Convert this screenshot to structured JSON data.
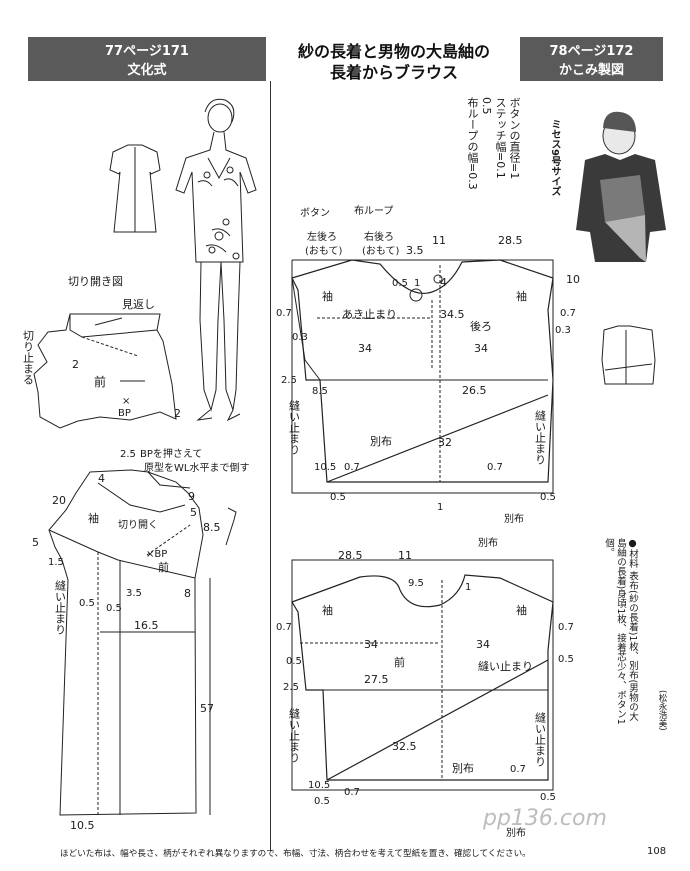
{
  "header": {
    "left": {
      "line1": "77ページ171",
      "line2": "文化式"
    },
    "center": {
      "line1": "紗の長着と男物の大島紬の",
      "line2": "長着からブラウス"
    },
    "right": {
      "line1": "78ページ172",
      "line2": "かこみ製図"
    }
  },
  "left_labels": {
    "kirihiraki": "切り開き図",
    "mikaeshi": "見返し",
    "kiridome": "切り止まる",
    "mae": "前",
    "bp": "BP",
    "bp_x": "×",
    "n2a": "2",
    "n2b": "2",
    "bp_note1": "BPを押さえて",
    "bp_note2": "原型をWL水平まで倒す",
    "n25": "2.5",
    "n4": "4",
    "n20": "20",
    "n9": "9",
    "n5": "5",
    "n85": "8.5",
    "sode": "袖",
    "kirihiraku": "切り開く",
    "xbp": "×BP",
    "mae2": "前",
    "n15": "1.5",
    "n35": "3.5",
    "n8": "8",
    "n05a": "0.5",
    "n05b": "0.5",
    "nuidomari": "縫い止まり",
    "n165": "16.5",
    "n57": "57",
    "n105": "10.5"
  },
  "top_pattern": {
    "button": "ボタン",
    "loop": "布ループ",
    "hidari": "左後ろ",
    "migi": "右後ろ",
    "omote1": "(おもて)",
    "omote2": "(おもて)",
    "n11": "11",
    "n285": "28.5",
    "n35": "3.5",
    "n10": "10",
    "n05a": "0.5",
    "n1": "1",
    "n4": "4",
    "n345": "34.5",
    "ushiro": "後ろ",
    "sode_l": "袖",
    "sode_r": "袖",
    "akidomari": "あき止まり",
    "n07a": "0.7",
    "n07b": "0.7",
    "n03a": "0.3",
    "n03b": "0.3",
    "n34a": "34",
    "n34b": "34",
    "n25": "2.5",
    "n85": "8.5",
    "n265": "26.5",
    "nui_l": "縫い止まり",
    "nui_r": "縫い止まり",
    "betsununo": "別布",
    "n32": "32",
    "n105": "10.5",
    "n07c": "0.7",
    "n07d": "0.7",
    "n05b": "0.5",
    "n05c": "0.5",
    "n1b": "1",
    "betsununo2": "別布"
  },
  "bottom_pattern": {
    "betsununo": "別布",
    "n285": "28.5",
    "n11": "11",
    "n95": "9.5",
    "n1": "1",
    "sode_l": "袖",
    "sode_r": "袖",
    "n07a": "0.7",
    "n07b": "0.7",
    "n05a": "0.5",
    "n05b": "0.5",
    "n34a": "34",
    "n34b": "34",
    "mae": "前",
    "nuidomari": "縫い止まり",
    "n275": "27.5",
    "n25": "2.5",
    "n325": "32.5",
    "nui_l": "縫い止まり",
    "nui_r": "縫い止まり",
    "betsununo2": "別布",
    "n105": "10.5",
    "n07c": "0.7",
    "n07d": "0.7",
    "n05c": "0.5",
    "n05d": "0.5",
    "betsununo3": "別布"
  },
  "notes": {
    "button_note": [
      "ボタンの直径=1",
      "ステッチ幅=0.1",
      "0.5",
      "布ループの幅=0.3"
    ],
    "size": "ミセス9号サイズ",
    "materials": [
      "●材料 表布(紗の長着)1枚、別布(男物の大",
      "島紬の長着)身頃1枚、接着芯少々、ボタン1",
      "個。"
    ],
    "credit": "(松永浩美)"
  },
  "footer": "ほどいた布は、幅や長さ、柄がそれぞれ異なりますので、布幅、寸法、柄合わせを考えて型紙を置き、確認してください。",
  "page_number": "108",
  "watermark": "pp136.com"
}
